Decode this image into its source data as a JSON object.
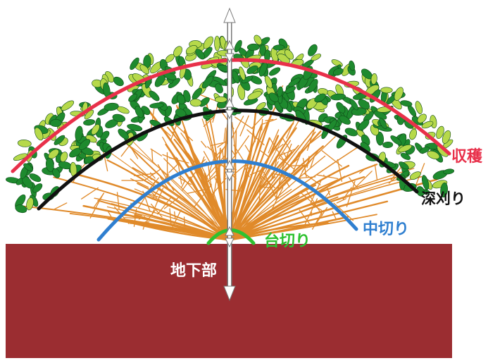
{
  "labels": {
    "harvest": "収穫",
    "deep_cut": "深刈り",
    "mid_cut": "中切り",
    "stump_cut": "台切り",
    "underground": "地下部"
  },
  "colors": {
    "harvest": "#e8304a",
    "deep_cut": "#111111",
    "mid_cut": "#2f7fd0",
    "stump_cut": "#2ec230",
    "soil": "#9b2d31",
    "branches": "#e08a2a",
    "leaf_dark": "#1e8a2e",
    "leaf_light": "#b6d94a",
    "depth_arrow": "#ffffff"
  },
  "icons": {
    "depth_arrow": "double-headed-vertical-arrow-icon",
    "foliage": "tea-leaf-canopy",
    "roots": "tea-bush-branches"
  }
}
